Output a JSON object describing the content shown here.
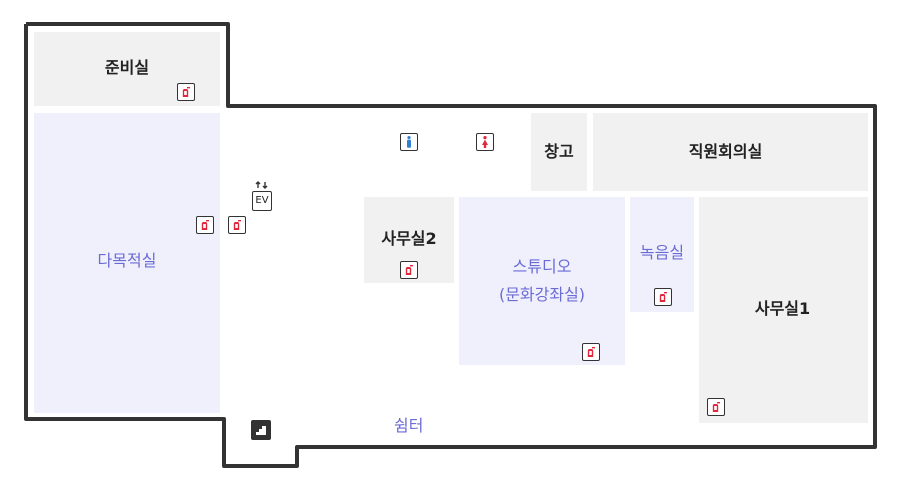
{
  "rooms": {
    "prep_room": "준비실",
    "multipurpose_room": "다목적실",
    "storage": "창고",
    "staff_meeting_room": "직원회의실",
    "office2": "사무실2",
    "studio_line1": "스튜디오",
    "studio_line2": "(문화강좌실)",
    "recording_room": "녹음실",
    "office1": "사무실1",
    "shelter": "쉼터"
  },
  "icons": {
    "elevator_text": "EV",
    "fire_extinguisher": "fire-extinguisher-icon",
    "male_restroom": "male-restroom-icon",
    "female_restroom": "female-restroom-icon",
    "stairs": "stairs-icon"
  },
  "colors": {
    "room_gray": "#f1f1f1",
    "room_purple": "#f0f0fd",
    "label_purple": "#6b6bd6",
    "wall": "#333333",
    "extinguisher_red": "#e0283c",
    "male_blue": "#2f7fd6",
    "female_red": "#e0283c"
  }
}
